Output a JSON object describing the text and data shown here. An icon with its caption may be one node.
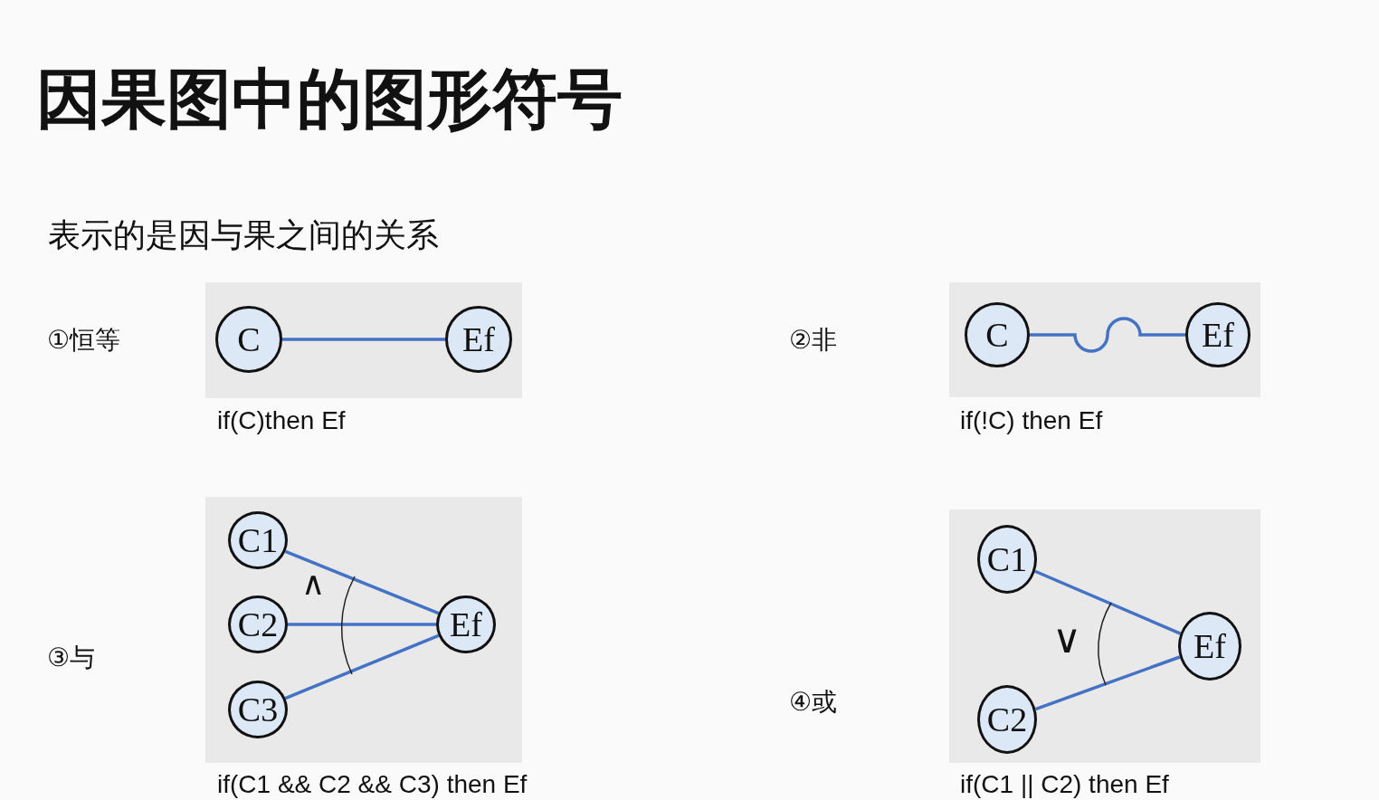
{
  "diagram": {
    "title": "因果图中的图形符号",
    "nodes": [
      {
        "text": [
          "C"
        ]
      },
      {
        "text": [
          "Ef"
        ]
      },
      {
        "text": [
          "C"
        ]
      },
      {
        "text": [
          "Ef"
        ]
      },
      {
        "text": [
          "C1"
        ]
      },
      {
        "text": [
          "C2"
        ]
      },
      {
        "text": [
          "C3"
        ]
      },
      {
        "text": [
          "Ef"
        ]
      },
      {
        "text": [
          "C1"
        ]
      },
      {
        "text": [
          "C2"
        ]
      },
      {
        "text": [
          "Ef"
        ]
      }
    ],
    "edges": [
      {
        "from": 0,
        "to": 1,
        "arrow": "none"
      },
      {
        "from": 2,
        "to": 3,
        "arrow": "none"
      },
      {
        "from": 4,
        "to": 7,
        "arrow": "none"
      },
      {
        "from": 5,
        "to": 7,
        "arrow": "none"
      },
      {
        "from": 6,
        "to": 7,
        "arrow": "none"
      },
      {
        "from": 8,
        "to": 10,
        "arrow": "none"
      },
      {
        "from": 9,
        "to": 10,
        "arrow": "none"
      }
    ],
    "labels": [
      "表示的是因与果之间的关系",
      "①恒等",
      "if(C)then Ef",
      "②非",
      "if(!C) then Ef",
      "∧",
      "③与",
      "if(C1 && C2 && C3) then Ef",
      "∨",
      "④或",
      "if(C1 || C2) then Ef"
    ]
  }
}
